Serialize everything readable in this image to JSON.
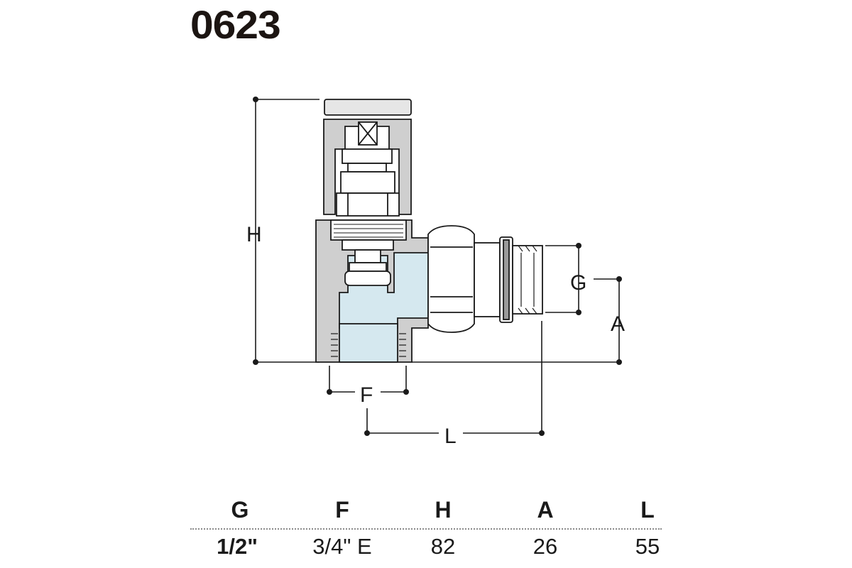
{
  "model": "0623",
  "dimension_labels": {
    "H": "H",
    "G": "G",
    "A": "A",
    "F": "F",
    "L": "L"
  },
  "colors": {
    "body_grey": "#cfcfcf",
    "water_blue": "#d5e8ef",
    "outline": "#1a1a1a",
    "cap_grey": "#d8d8d8"
  },
  "spec_table": {
    "headers": [
      "G",
      "F",
      "H",
      "A",
      "L"
    ],
    "values": [
      "1/2\"",
      "3/4\" E",
      "82",
      "26",
      "55"
    ]
  }
}
